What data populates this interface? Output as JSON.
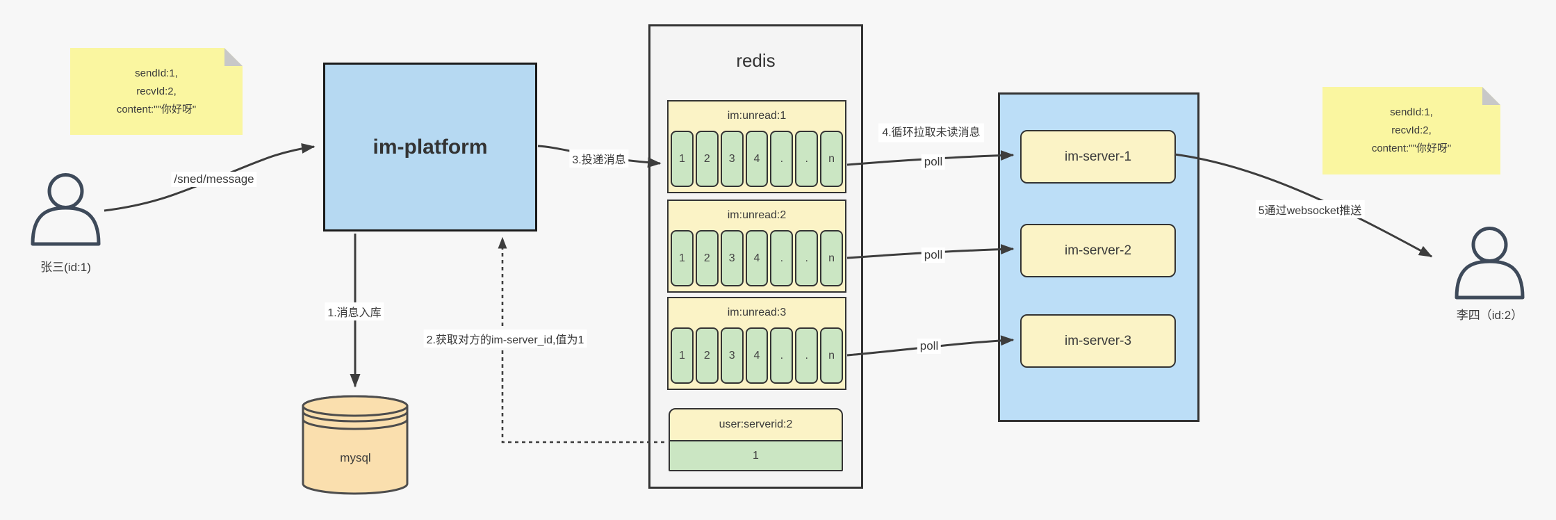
{
  "notes": {
    "left": {
      "lines": [
        "sendId:1,",
        "recvId:2,",
        "content:\"\"你好呀\""
      ]
    },
    "right": {
      "lines": [
        "sendId:1,",
        "recvId:2,",
        "content:\"\"你好呀\""
      ]
    }
  },
  "actors": {
    "sender": {
      "label": "张三(id:1)"
    },
    "receiver": {
      "label": "李四（id:2）"
    }
  },
  "platform": {
    "title": "im-platform"
  },
  "database": {
    "title": "mysql"
  },
  "redis": {
    "title": "redis",
    "queues": [
      {
        "header": "im:unread:1",
        "cells": [
          "1",
          "2",
          "3",
          "4",
          ".",
          ".",
          "n"
        ]
      },
      {
        "header": "im:unread:2",
        "cells": [
          "1",
          "2",
          "3",
          "4",
          ".",
          ".",
          "n"
        ]
      },
      {
        "header": "im:unread:3",
        "cells": [
          "1",
          "2",
          "3",
          "4",
          ".",
          ".",
          "n"
        ]
      }
    ],
    "mapping": {
      "header": "user:serverid:2",
      "value": "1"
    }
  },
  "servers": {
    "items": [
      {
        "label": "im-server-1"
      },
      {
        "label": "im-server-2"
      },
      {
        "label": "im-server-3"
      }
    ]
  },
  "edges": {
    "send": {
      "label": "/sned/message"
    },
    "store": {
      "label": "1.消息入库"
    },
    "fetch": {
      "label": "2.获取对方的im-server_id,值为1"
    },
    "deliver": {
      "label": "3.投递消息"
    },
    "pull": {
      "label": "4.循环拉取未读消息"
    },
    "poll": {
      "label": "poll"
    },
    "push": {
      "label": "5通过websocket推送"
    }
  },
  "colors": {
    "background": "#f7f7f7",
    "note_yellow": "#faf6a0",
    "panel_yellow": "#fbf3c6",
    "cell_green": "#cbe6c3",
    "platform_blue": "#b6d9f2",
    "servers_blue": "#bcdef7",
    "mysql_tan": "#fadfae",
    "stroke_dark": "#333333",
    "arrow": "#3d3d3d"
  }
}
